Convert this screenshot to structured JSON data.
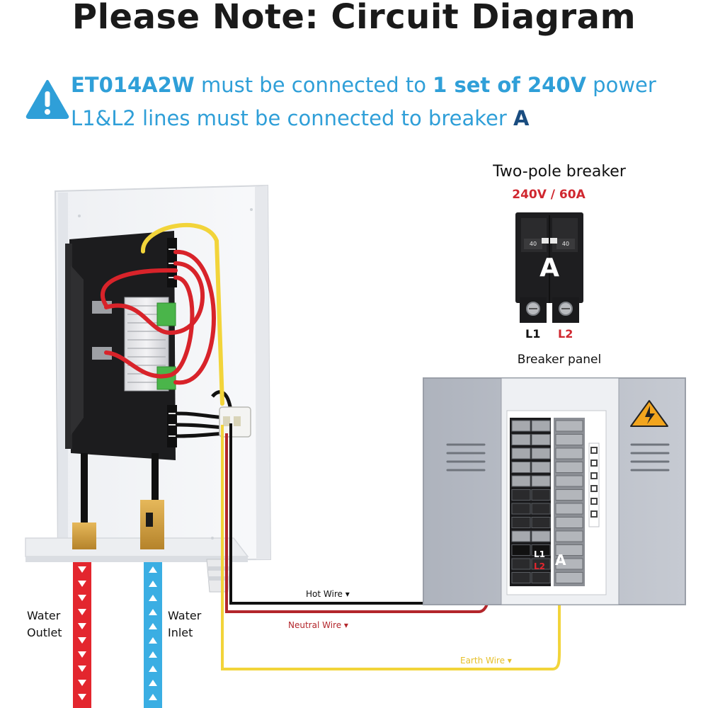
{
  "title": "Please Note: Circuit Diagram",
  "note": {
    "model": "ET014A2W",
    "line1_mid": "must be connected to",
    "line1_bold": "1 set of 240V",
    "line1_end": "power",
    "line2_start": "L1&L2 lines must be connected to breaker",
    "line2_bold": "A"
  },
  "breaker": {
    "title": "Two-pole breaker",
    "rating": "240V / 60A",
    "letter": "A",
    "amp_left": "40",
    "amp_right": "40",
    "l1": "L1",
    "l2": "L2",
    "panel_label": "Breaker panel"
  },
  "panel": {
    "l1": "L1",
    "l2": "L2",
    "letter": "A"
  },
  "wires": {
    "hot": "Hot Wire ▾",
    "neutral": "Neutral Wire ▾",
    "earth": "Earth Wire ▾"
  },
  "water": {
    "outlet_line1": "Water",
    "outlet_line2": "Outlet",
    "inlet_line1": "Water",
    "inlet_line2": "Inlet"
  },
  "colors": {
    "blue_text": "#2f9fd8",
    "red_text": "#d0272f",
    "hot_wire": "#111111",
    "neutral_wire": "#b3262b",
    "earth_wire": "#f2d43a",
    "outlet_pipe": "#e3262e",
    "inlet_pipe": "#3aaee3"
  }
}
